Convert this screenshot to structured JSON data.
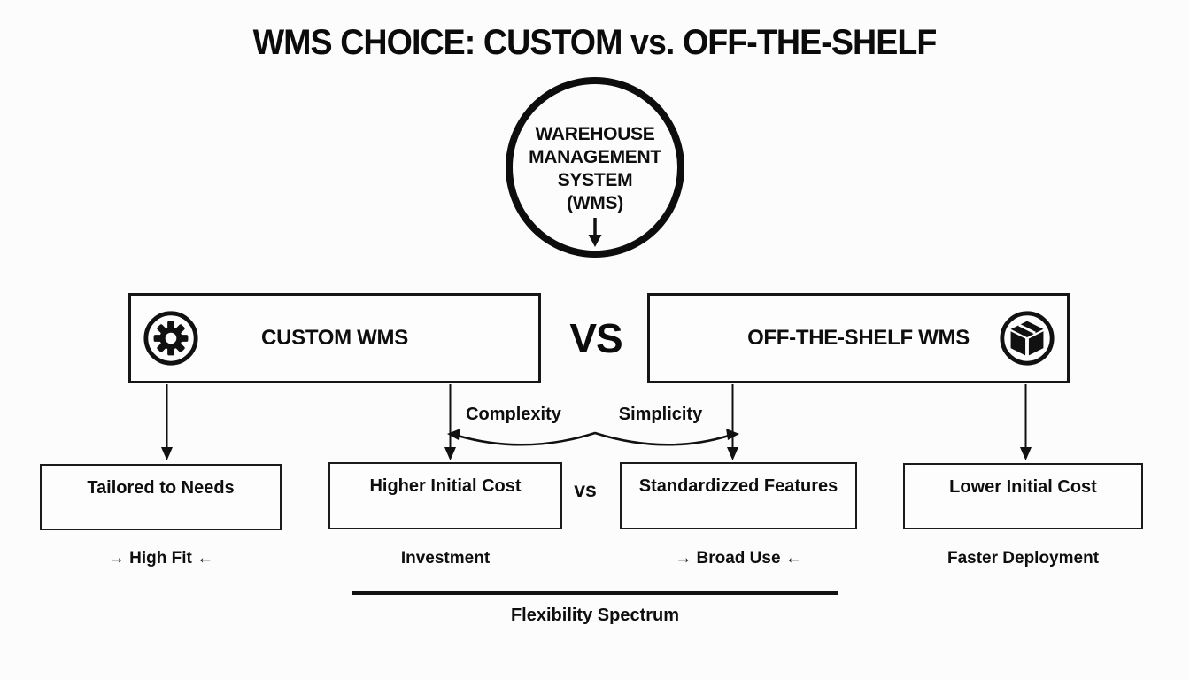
{
  "title": "WMS CHOICE: CUSTOM vs. OFF-THE-SHELF",
  "center_node": {
    "lines": [
      "WAREHOUSE",
      "MANAGEMENT",
      "SYSTEM",
      "(WMS)"
    ],
    "arrow_icon": "down-arrow-icon"
  },
  "versus": {
    "large": "VS",
    "small": "vs"
  },
  "options": {
    "left": {
      "label": "CUSTOM WMS",
      "icon": "gear-icon"
    },
    "right": {
      "label": "OFF-THE-SHELF WMS",
      "icon": "package-icon"
    }
  },
  "spectrum": {
    "left_label": "Complexity",
    "right_label": "Simplicity"
  },
  "outcomes": [
    {
      "box": "Tailored to Needs",
      "caption": "→ High Fit ←"
    },
    {
      "box": "Higher Initial Cost",
      "caption": "Investment"
    },
    {
      "box": "Standardizzed Features",
      "caption": "→ Broad Use ←"
    },
    {
      "box": "Lower Initial Cost",
      "caption": "Faster Deployment"
    }
  ],
  "footer": {
    "axis_label": "Flexibility Spectrum"
  },
  "colors": {
    "ink": "#111111",
    "background": "#fcfcfc"
  }
}
